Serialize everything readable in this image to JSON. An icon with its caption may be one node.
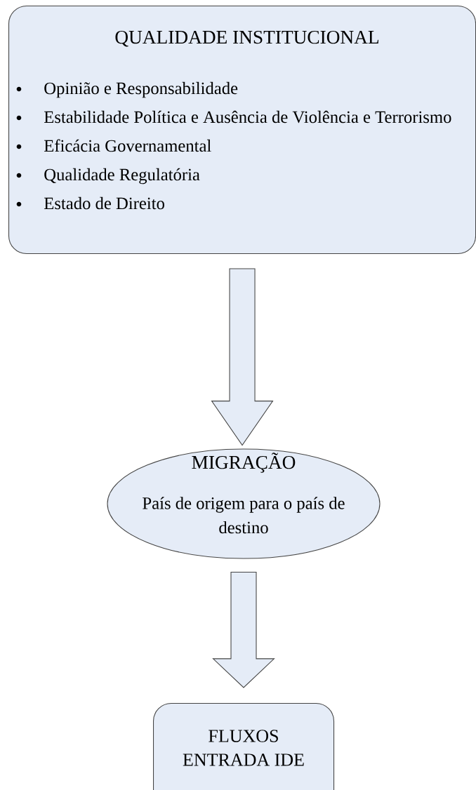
{
  "diagram": {
    "nodes": [
      {
        "text": [
          "QUALIDADE INSTITUCIONAL",
          "Opinião e Responsabilidade",
          "Estabilidade Política e Ausência de Violência e Terrorismo",
          "Eficácia Governamental",
          "Qualidade Regulatória",
          "Estado de Direito"
        ]
      },
      {
        "text": [
          "MIGRAÇÃO",
          "País de origem para o país de destino"
        ]
      },
      {
        "text": [
          "FLUXOS ENTRADA IDE"
        ]
      }
    ],
    "edges": [
      {
        "from": 0,
        "to": 1,
        "arrow": "to"
      },
      {
        "from": 1,
        "to": 2,
        "arrow": "to"
      }
    ]
  }
}
